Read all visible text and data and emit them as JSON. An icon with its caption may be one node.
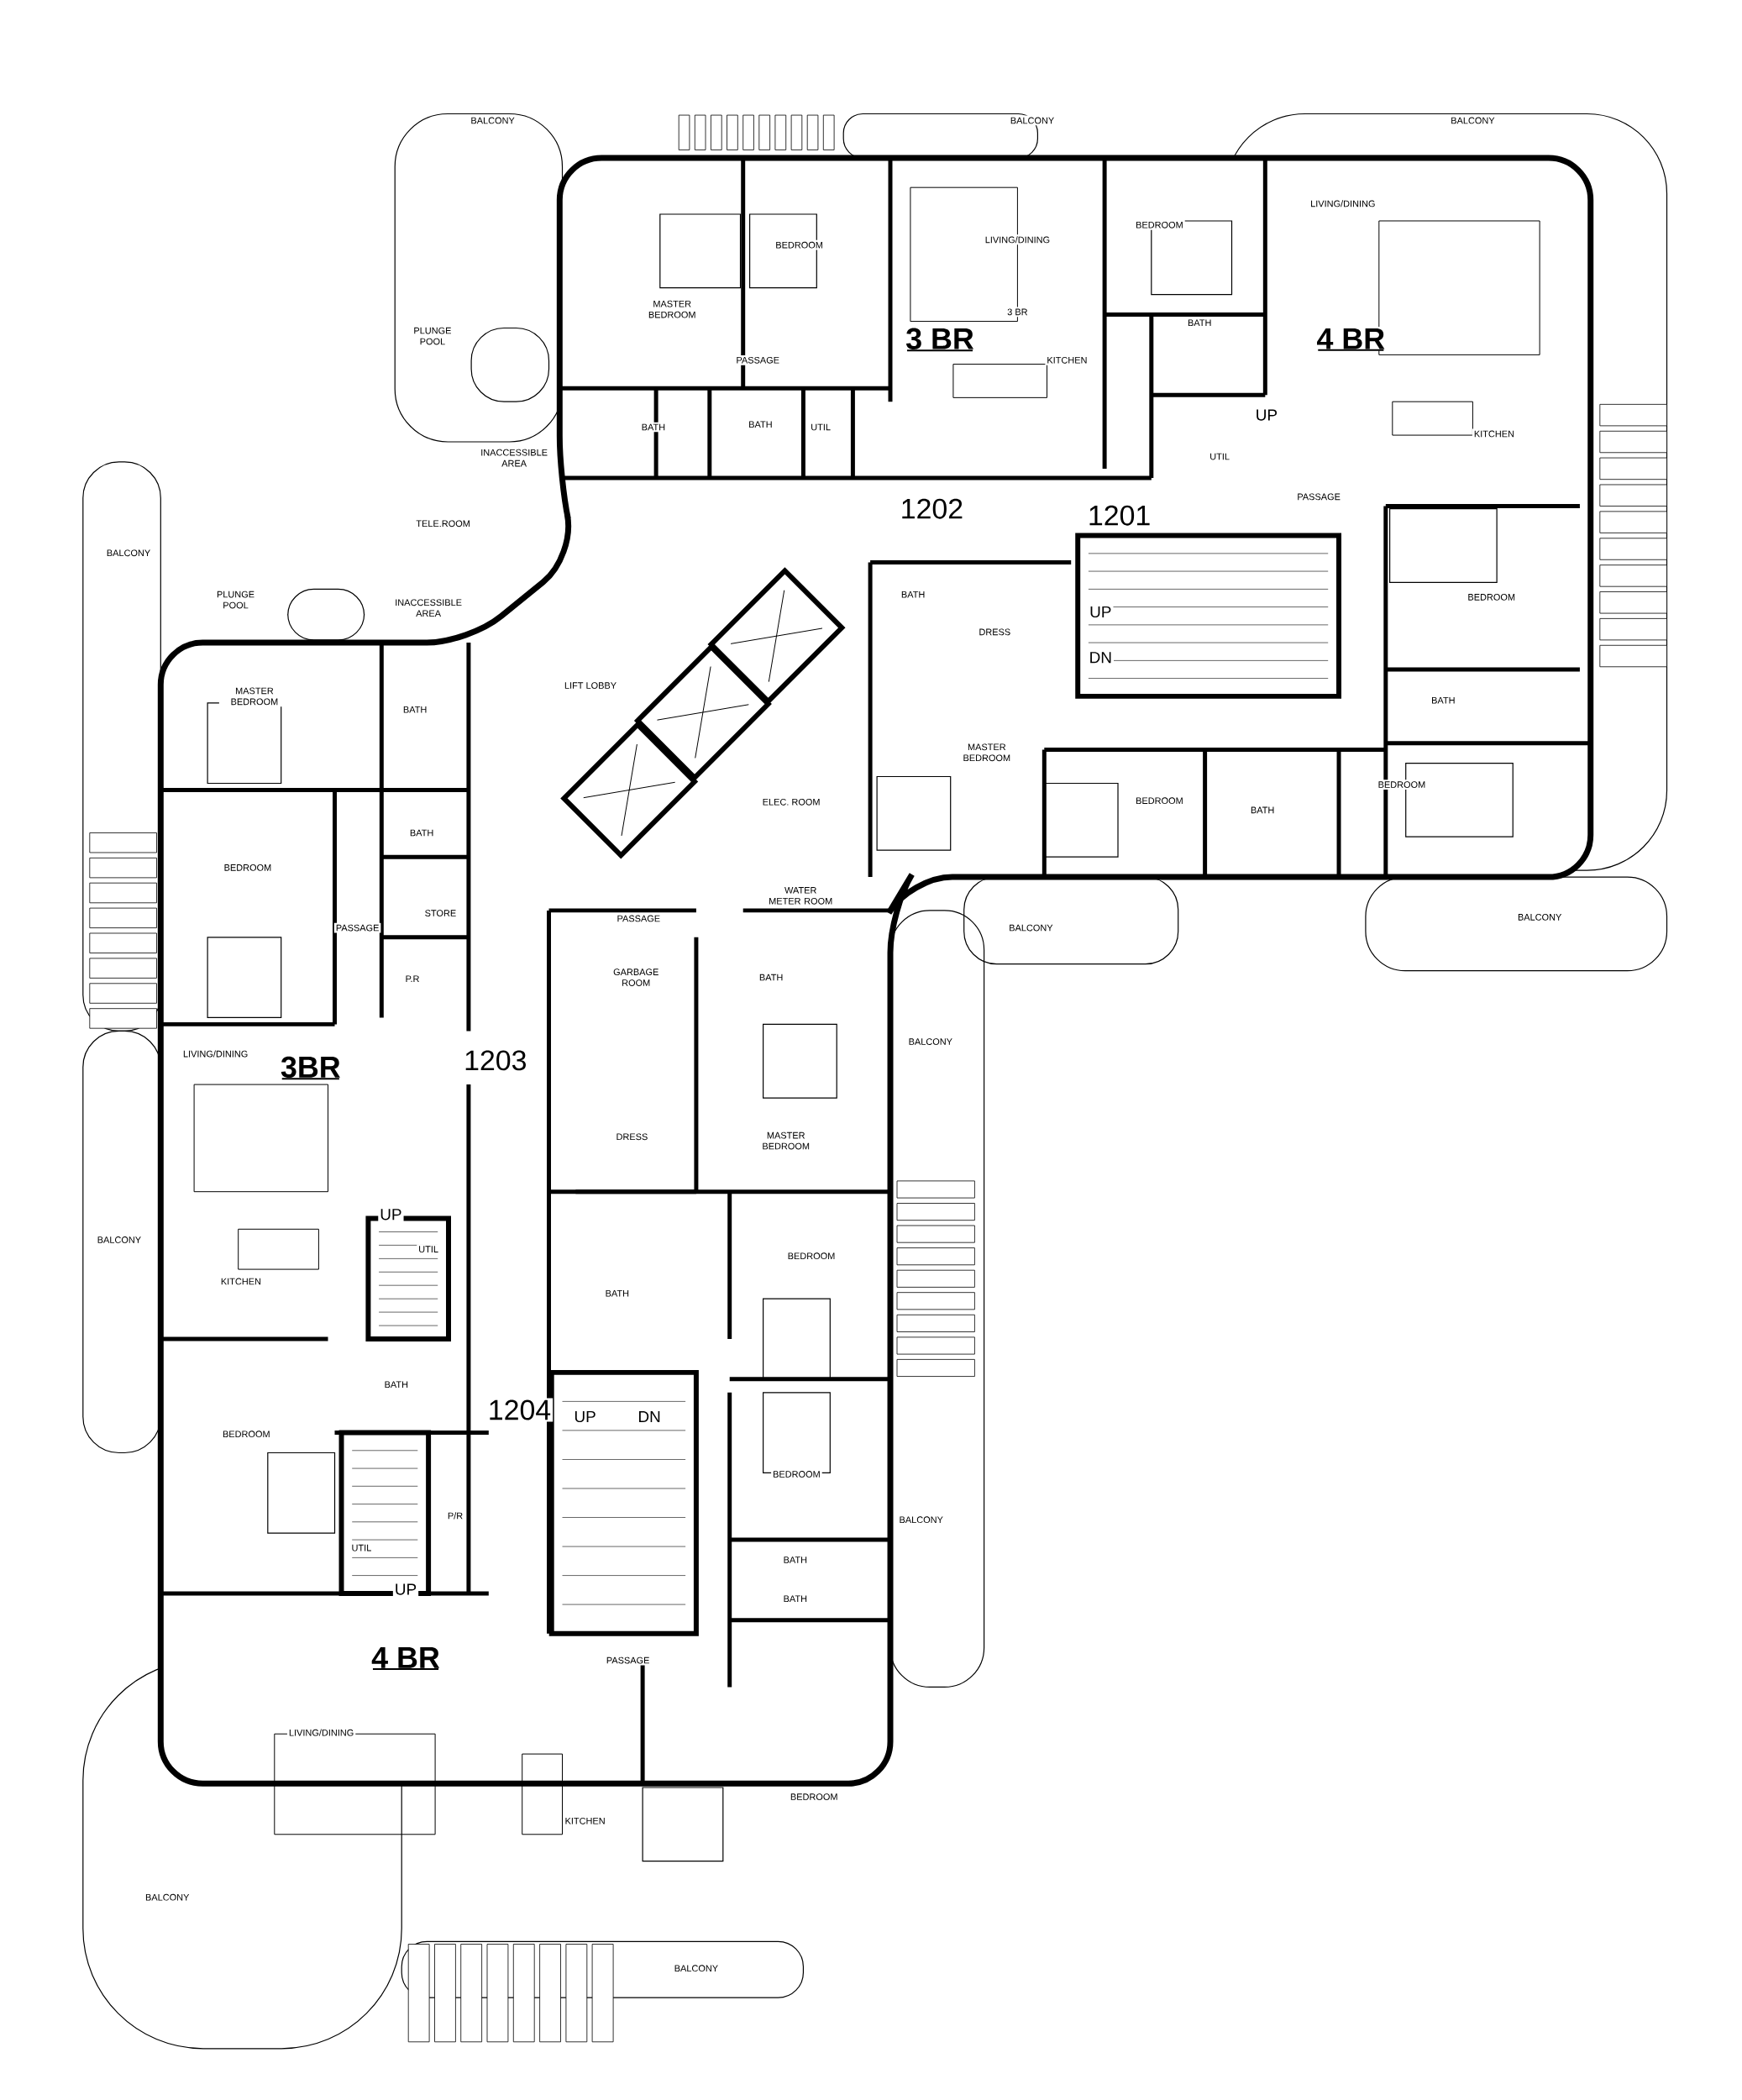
{
  "diagram": {
    "labels": [
      "BALCONY",
      "BALCONY",
      "BALCONY",
      "LIVING/DINING",
      "BEDROOM",
      "BEDROOM",
      "LIVING/DINING",
      "MASTER BEDROOM",
      "3 BR",
      "PLUNGE POOL",
      "BATH",
      "3 BR",
      "4 BR",
      "PASSAGE",
      "KITCHEN",
      "BATH",
      "BATH",
      "UTIL",
      "UP",
      "KITCHEN",
      "UTIL",
      "INACCESSIBLE AREA",
      "1202",
      "1201",
      "PASSAGE",
      "TELE.ROOM",
      "BALCONY",
      "PLUNGE POOL",
      "INACCESSIBLE AREA",
      "BATH",
      "BEDROOM",
      "UP",
      "DRESS",
      "DN",
      "MASTER BEDROOM",
      "BATH",
      "LIFT LOBBY",
      "BATH",
      "MASTER BEDROOM",
      "BEDROOM",
      "BATH",
      "BEDROOM",
      "ELEC. ROOM",
      "BATH",
      "BEDROOM",
      "PASSAGE",
      "STORE",
      "WATER METER ROOM",
      "PASSAGE",
      "BALCONY",
      "BALCONY",
      "BATH",
      "GARBAGE ROOM",
      "P.R",
      "LIVING/DINING",
      "BALCONY",
      "3BR",
      "1203",
      "DRESS",
      "MASTER BEDROOM",
      "BALCONY",
      "UP",
      "BEDROOM",
      "UTIL",
      "KITCHEN",
      "BATH",
      "BATH",
      "1204",
      "UP",
      "DN",
      "BEDROOM",
      "BEDROOM",
      "BALCONY",
      "P/R",
      "BATH",
      "UTIL",
      "UP",
      "BATH",
      "4 BR",
      "PASSAGE",
      "LIVING/DINING",
      "BEDROOM",
      "KITCHEN",
      "BALCONY",
      "BALCONY"
    ]
  }
}
